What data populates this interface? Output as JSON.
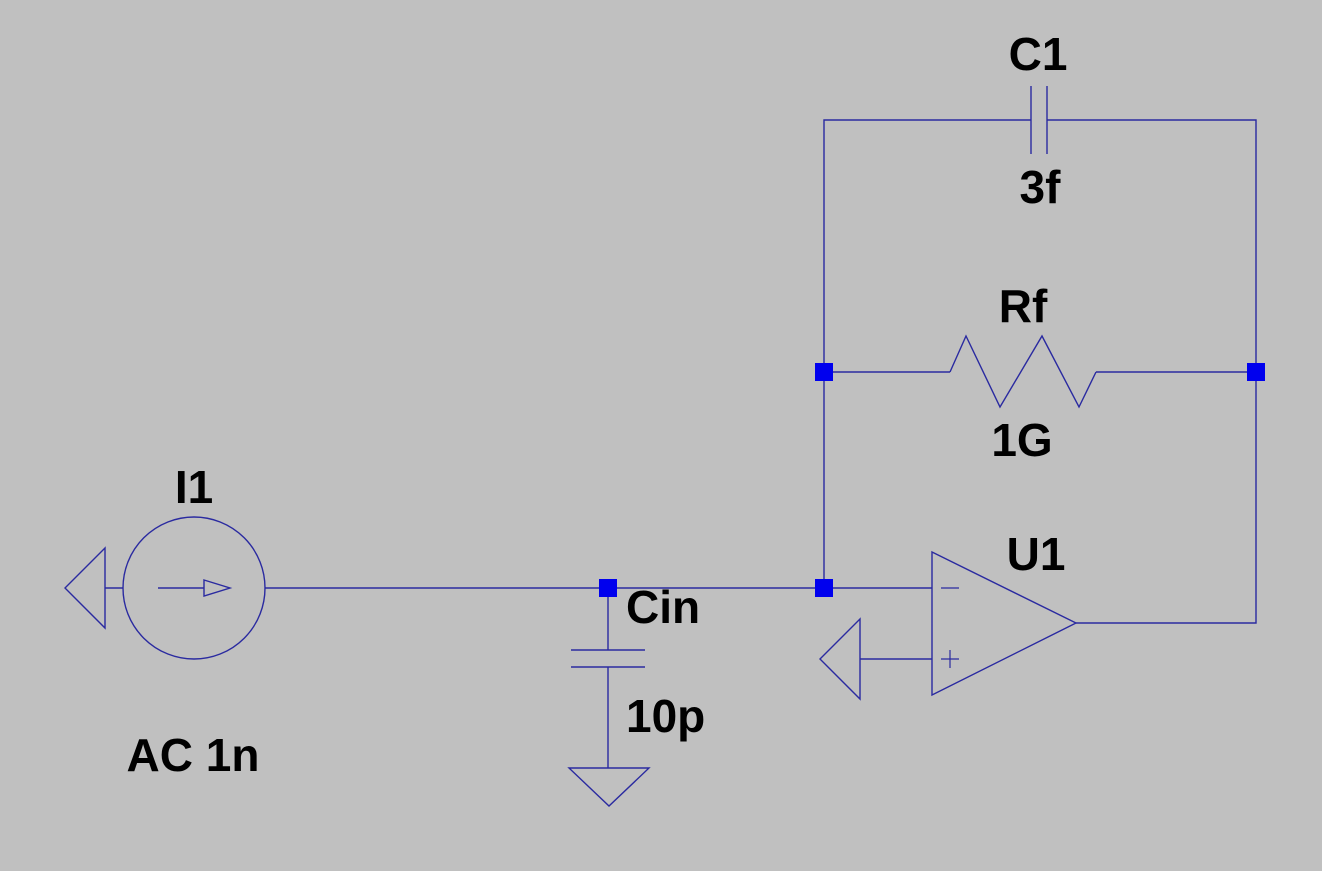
{
  "components": {
    "current_source": {
      "name": "I1",
      "value": "AC 1n"
    },
    "input_capacitor": {
      "name": "Cin",
      "value": "10p"
    },
    "feedback_capacitor": {
      "name": "C1",
      "value": "3f"
    },
    "feedback_resistor": {
      "name": "Rf",
      "value": "1G"
    },
    "opamp": {
      "name": "U1",
      "inverting_sign": "−",
      "noninverting_sign": "+"
    }
  },
  "colors": {
    "background": "#c0c0c0",
    "wire": "#2a2aa0",
    "junction": "#0000ee",
    "label": "#000000"
  }
}
